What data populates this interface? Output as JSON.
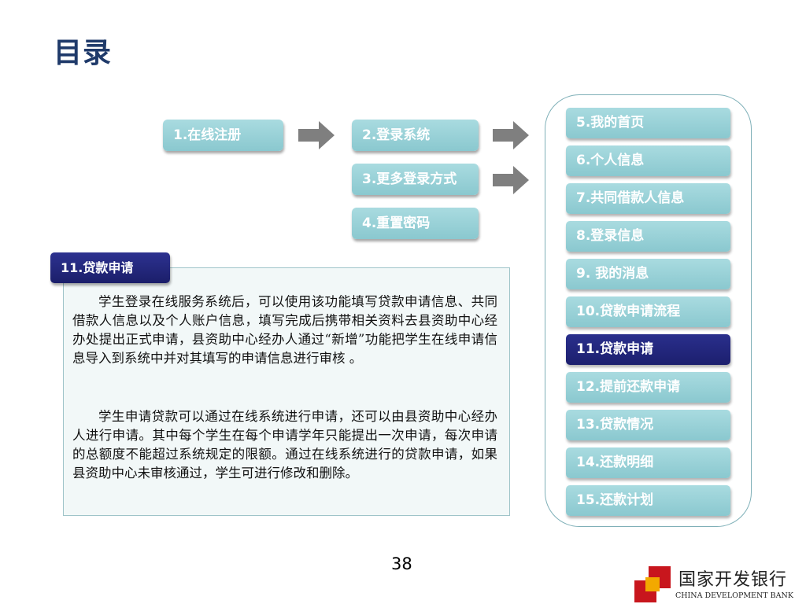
{
  "page": {
    "title": "目录",
    "page_number": "38"
  },
  "flow": {
    "step1": "1.在线注册",
    "step2": "2.登录系统",
    "step3": "3.更多登录方式",
    "step4": "4.重置密码"
  },
  "menu": {
    "items": [
      "5.我的首页",
      "6.个人信息",
      "7.共同借款人信息",
      "8.登录信息",
      "9. 我的消息",
      "10.贷款申请流程",
      "11.贷款申请",
      "12.提前还款申请",
      "13.贷款情况",
      "14.还款明细",
      "15.还款计划"
    ],
    "active_index": 6
  },
  "content": {
    "tab_label": "11.贷款申请",
    "paragraph1": "学生登录在线服务系统后，可以使用该功能填写贷款申请信息、共同借款人信息以及个人账户信息，填写完成后携带相关资料去县资助中心经办处提出正式申请，县资助中心经办人通过“新增”功能把学生在线申请信息导入到系统中并对其填写的申请信息进行审核 。",
    "paragraph2": "学生申请贷款可以通过在线系统进行申请，还可以由县资助中心经办人进行申请。其中每个学生在每个申请学年只能提出一次申请，每次申请的总额度不能超过系统规定的限额。通过在线系统进行的贷款申请，如果县资助中心未审核通过，学生可进行修改和删除。"
  },
  "logo": {
    "name_cn": "国家开发银行",
    "name_en": "CHINA DEVELOPMENT BANK"
  },
  "colors": {
    "button": "#8ac8cf",
    "active": "#1c1f6e",
    "title": "#1f3a6a",
    "arrow": "#7f7f7f"
  }
}
